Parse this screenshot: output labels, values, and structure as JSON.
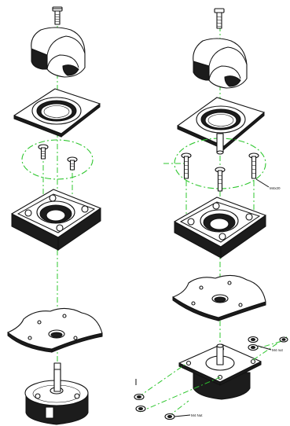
{
  "diagram": {
    "labels": {
      "right_group_label": "M4x20",
      "right_top_nut_label": "M4 nut",
      "left_bottom_nut_label": "M4 Nut"
    },
    "colors": {
      "construction_line": "#2fc72f",
      "part_outline": "#111111",
      "background": "#ffffff"
    }
  }
}
